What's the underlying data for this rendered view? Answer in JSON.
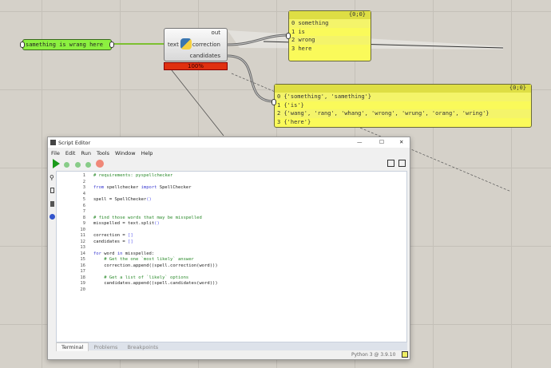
{
  "text_panel": {
    "value": "samething is wrang here"
  },
  "python_node": {
    "input": "text",
    "outputs": [
      "out",
      "correction",
      "candidates"
    ],
    "progress_label": "100%",
    "progress": 100
  },
  "correction_panel": {
    "path": "{0;0}",
    "items": [
      "something",
      "is",
      "wrong",
      "here"
    ]
  },
  "candidates_panel": {
    "path": "{0;0}",
    "items": [
      "{'something', 'samething'}",
      "{'is'}",
      "{'wang', 'rang', 'whang', 'wrong', 'wrung', 'orang', 'wring'}",
      "{'here'}"
    ]
  },
  "editor": {
    "title": "Script Editor",
    "window_buttons": [
      "—",
      "☐",
      "✕"
    ],
    "menu": [
      "File",
      "Edit",
      "Run",
      "Tools",
      "Window",
      "Help"
    ],
    "code": [
      [
        [
          "# requirements: pyspellchecker",
          "c"
        ]
      ],
      [],
      [
        [
          "from",
          "k"
        ],
        [
          " spellchecker ",
          ""
        ],
        [
          "import",
          "k"
        ],
        [
          " SpellChecker",
          ""
        ]
      ],
      [],
      [
        [
          "spell = SpellChecker",
          ""
        ],
        [
          "()",
          "b"
        ]
      ],
      [],
      [],
      [
        [
          "# find those words that may be misspelled",
          "c"
        ]
      ],
      [
        [
          "misspelled = text.split",
          ""
        ],
        [
          "()",
          "b"
        ]
      ],
      [],
      [
        [
          "correction = ",
          ""
        ],
        [
          "[]",
          "b"
        ]
      ],
      [
        [
          "candidates = ",
          ""
        ],
        [
          "[]",
          "b"
        ]
      ],
      [],
      [
        [
          "for",
          "k"
        ],
        [
          " word ",
          ""
        ],
        [
          "in",
          "k"
        ],
        [
          " misspelled:",
          ""
        ]
      ],
      [
        [
          "    # Get the one `most likely` answer",
          "c"
        ]
      ],
      [
        [
          "    correction.append((spell.correction(word)))",
          ""
        ]
      ],
      [],
      [
        [
          "    # Get a list of `likely` options",
          "c"
        ]
      ],
      [
        [
          "    candidates.append((spell.candidates(word)))",
          ""
        ]
      ],
      []
    ],
    "bottom_tabs": [
      "Terminal",
      "Problems",
      "Breakpoints"
    ],
    "status": "Python 3 @ 3.9.10"
  }
}
